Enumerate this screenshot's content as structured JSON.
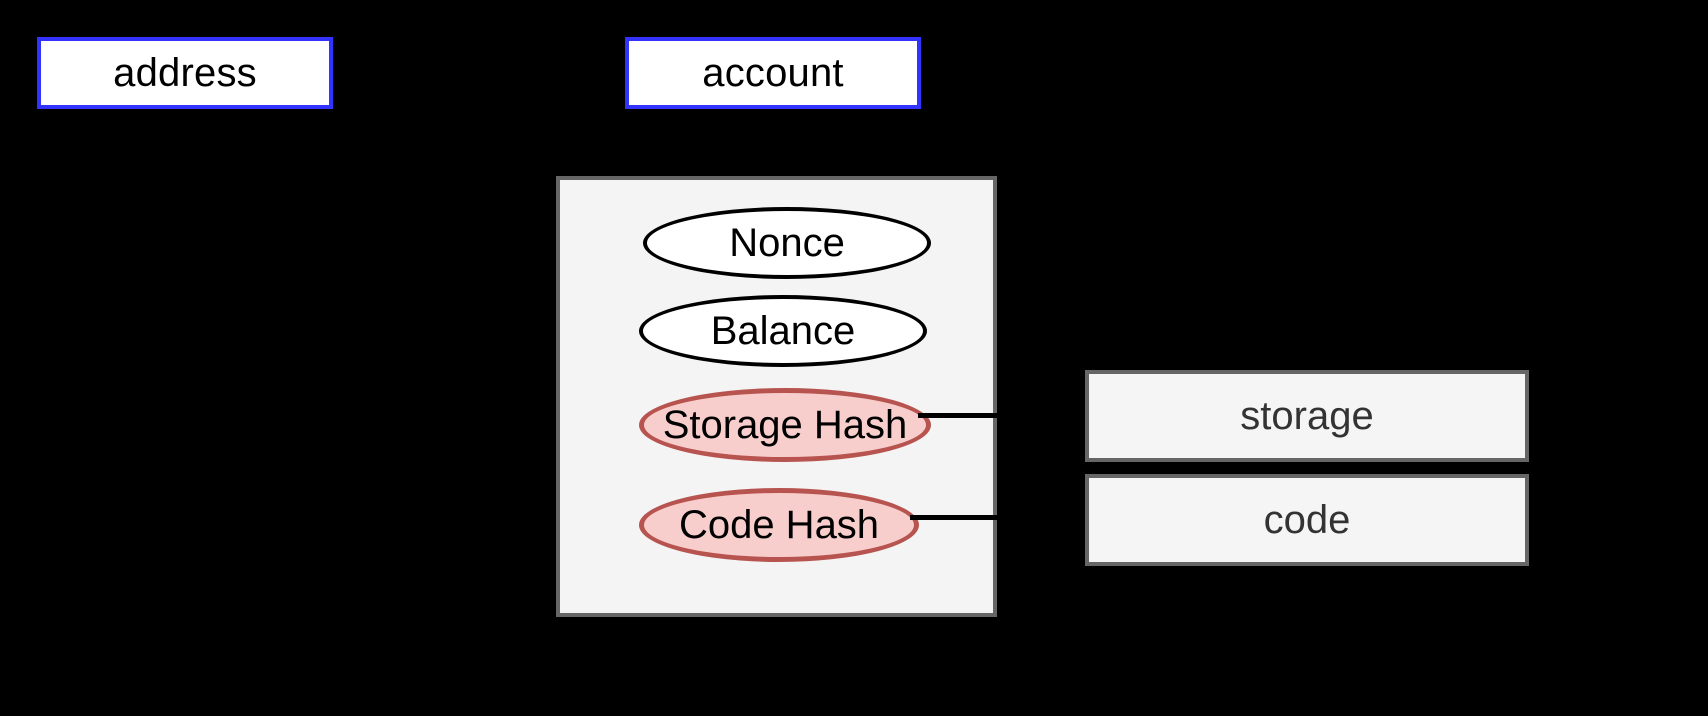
{
  "diagram": {
    "background_color": "#000000",
    "nodes": {
      "address": {
        "label": "address",
        "border_color": "#3333ff",
        "fill_color": "#ffffff",
        "text_color": "#000000"
      },
      "account": {
        "label": "account",
        "border_color": "#3333ff",
        "fill_color": "#ffffff",
        "text_color": "#000000"
      },
      "account_container": {
        "fill_color": "#f4f4f4",
        "border_color": "#666666"
      },
      "storage": {
        "label": "storage",
        "fill_color": "#f5f5f5",
        "border_color": "#666666",
        "text_color": "#333333"
      },
      "code": {
        "label": "code",
        "fill_color": "#f5f5f5",
        "border_color": "#666666",
        "text_color": "#333333"
      }
    },
    "account_fields": [
      {
        "label": "Nonce",
        "style": "plain",
        "fill_color": "#ffffff",
        "border_color": "#000000"
      },
      {
        "label": "Balance",
        "style": "plain",
        "fill_color": "#ffffff",
        "border_color": "#000000"
      },
      {
        "label": "Storage Hash",
        "style": "hash",
        "fill_color": "#f8cecc",
        "border_color": "#b85450"
      },
      {
        "label": "Code Hash",
        "style": "hash",
        "fill_color": "#f8cecc",
        "border_color": "#b85450"
      }
    ],
    "edges": [
      {
        "from": "Storage Hash",
        "to": "storage",
        "color": "#000000"
      },
      {
        "from": "Code Hash",
        "to": "code",
        "color": "#000000"
      }
    ]
  }
}
